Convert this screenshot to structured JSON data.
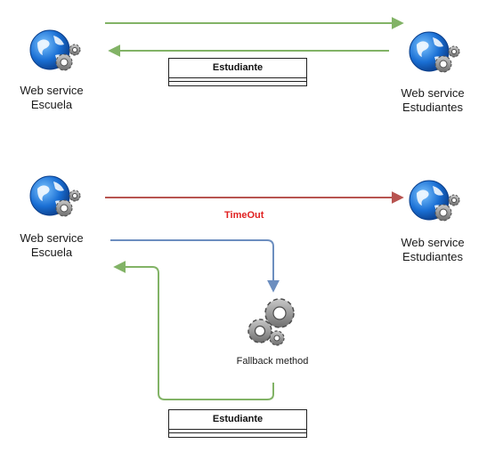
{
  "nodes": {
    "escuela_top": {
      "line1": "Web service",
      "line2": "Escuela"
    },
    "estudiantes_top": {
      "line1": "Web service",
      "line2": "Estudiantes"
    },
    "escuela_bottom": {
      "line1": "Web service",
      "line2": "Escuela"
    },
    "estudiantes_bottom": {
      "line1": "Web service",
      "line2": "Estudiantes"
    },
    "fallback": {
      "label": "Fallback method"
    }
  },
  "entities": {
    "top": {
      "title": "Estudiante"
    },
    "bottom": {
      "title": "Estudiante"
    }
  },
  "edges": {
    "timeout_label": "TimeOut"
  },
  "colors": {
    "green": "#82b366",
    "red": "#b85450",
    "blue": "#6c8ebf",
    "timeout_text": "#e02020",
    "globe": "#1a6fd4",
    "gear": "#8c8c8c"
  }
}
